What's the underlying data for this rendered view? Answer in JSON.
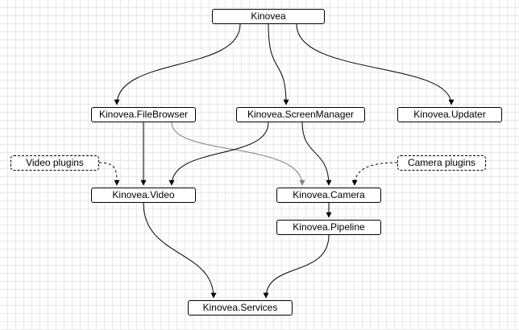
{
  "diagram": {
    "nodes": {
      "kinovea": {
        "label": "Kinovea"
      },
      "filebrowser": {
        "label": "Kinovea.FileBrowser"
      },
      "screenmanager": {
        "label": "Kinovea.ScreenManager"
      },
      "updater": {
        "label": "Kinovea.Updater"
      },
      "video_plugins": {
        "label": "Video plugins"
      },
      "camera_plugins": {
        "label": "Camera plugins"
      },
      "video": {
        "label": "Kinovea.Video"
      },
      "camera": {
        "label": "Kinovea.Camera"
      },
      "pipeline": {
        "label": "Kinovea.Pipeline"
      },
      "services": {
        "label": "Kinovea.Services"
      }
    },
    "edges": [
      {
        "from": "kinovea",
        "to": "filebrowser",
        "style": "solid",
        "color": "#000000"
      },
      {
        "from": "kinovea",
        "to": "screenmanager",
        "style": "solid",
        "color": "#000000"
      },
      {
        "from": "kinovea",
        "to": "updater",
        "style": "solid",
        "color": "#000000"
      },
      {
        "from": "filebrowser",
        "to": "video",
        "style": "solid",
        "color": "#000000"
      },
      {
        "from": "filebrowser",
        "to": "camera",
        "style": "solid",
        "color": "#808080"
      },
      {
        "from": "screenmanager",
        "to": "video",
        "style": "solid",
        "color": "#000000"
      },
      {
        "from": "screenmanager",
        "to": "camera",
        "style": "solid",
        "color": "#000000"
      },
      {
        "from": "video_plugins",
        "to": "video",
        "style": "dashed",
        "color": "#000000"
      },
      {
        "from": "camera_plugins",
        "to": "camera",
        "style": "dashed",
        "color": "#000000"
      },
      {
        "from": "camera",
        "to": "pipeline",
        "style": "solid",
        "color": "#000000"
      },
      {
        "from": "video",
        "to": "services",
        "style": "solid",
        "color": "#000000"
      },
      {
        "from": "pipeline",
        "to": "services",
        "style": "solid",
        "color": "#000000"
      }
    ]
  }
}
